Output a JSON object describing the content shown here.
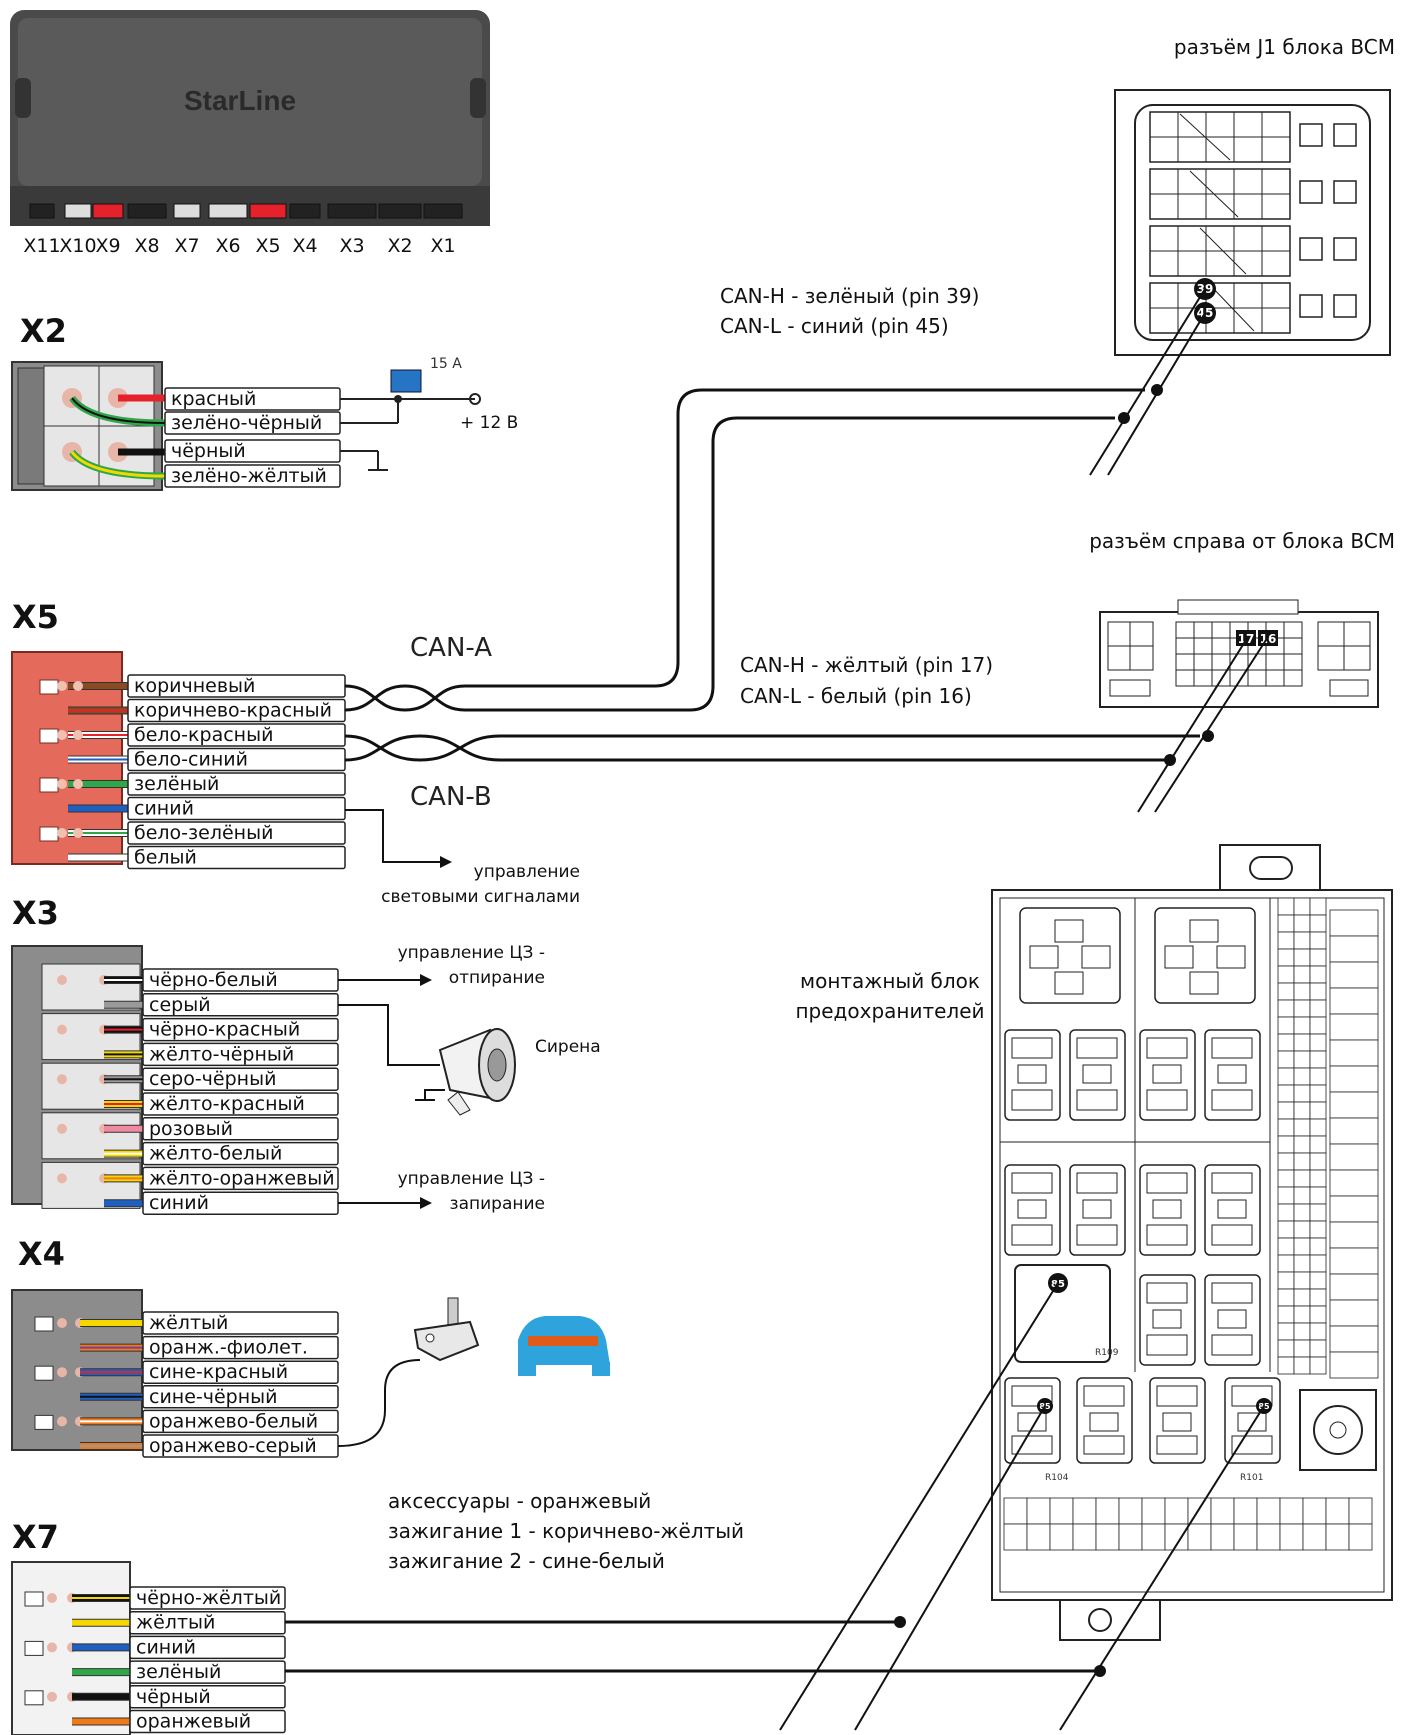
{
  "device": {
    "brand": "StarLine",
    "ports": [
      "X11",
      "X10",
      "X9",
      "X8",
      "X7",
      "X6",
      "X5",
      "X4",
      "X3",
      "X2",
      "X1"
    ]
  },
  "sections": {
    "x2": {
      "title": "X2",
      "wires": [
        "красный",
        "зелёно-чёрный",
        "чёрный",
        "зелёно-жёлтый"
      ],
      "fuse": "15 A",
      "power": "+ 12 В"
    },
    "x5": {
      "title": "X5",
      "wires": [
        "коричневый",
        "коричнево-красный",
        "бело-красный",
        "бело-синий",
        "зелёный",
        "синий",
        "бело-зелёный",
        "белый"
      ],
      "can_a": "CAN-A",
      "can_b": "CAN-B",
      "light_control": [
        "управление",
        "световыми сигналами"
      ]
    },
    "x3": {
      "title": "X3",
      "wires": [
        "чёрно-белый",
        "серый",
        "чёрно-красный",
        "жёлто-чёрный",
        "серо-чёрный",
        "жёлто-красный",
        "розовый",
        "жёлто-белый",
        "жёлто-оранжевый",
        "синий"
      ],
      "unlock": [
        "управление ЦЗ -",
        "отпирание"
      ],
      "lock": [
        "управление ЦЗ -",
        "запирание"
      ],
      "siren": "Сирена"
    },
    "x4": {
      "title": "X4",
      "wires": [
        "жёлтый",
        "оранж.-фиолет.",
        "сине-красный",
        "сине-чёрный",
        "оранжево-белый",
        "оранжево-серый"
      ]
    },
    "x7": {
      "title": "X7",
      "wires": [
        "чёрно-жёлтый",
        "жёлтый",
        "синий",
        "зелёный",
        "чёрный",
        "оранжевый"
      ]
    }
  },
  "bcm_j1": {
    "title": "разъём J1 блока BCM",
    "can_h": "CAN-H - зелёный (pin 39)",
    "can_l": "CAN-L - синий (pin 45)",
    "pins": [
      "39",
      "45"
    ]
  },
  "bcm_right": {
    "title": "разъём справа от блока BCM",
    "can_h": "CAN-H - жёлтый (pin 17)",
    "can_l": "CAN-L - белый (pin 16)",
    "pins": [
      "17",
      "16"
    ]
  },
  "fuse_block": {
    "title": [
      "монтажный блок",
      "предохранителей"
    ],
    "relays": [
      "R109",
      "R104",
      "R101"
    ],
    "pin": "85"
  },
  "ignition_notes": [
    "аксессуары - оранжевый",
    "зажигание 1 - коричнево-жёлтый",
    "зажигание 2 - сине-белый"
  ],
  "colors": {
    "red": "#e5212b",
    "green": "#2fa648",
    "black": "#111111",
    "yellow": "#f5d800",
    "brown": "#8a4a22",
    "blue": "#1f5fbf",
    "white": "#ffffff",
    "grey": "#9a9a9a",
    "orange": "#f07a1a",
    "pink": "#f08aa0",
    "purple": "#7a3d99",
    "x5_body": "#e46a5b",
    "housing_grey": "#8c8c8c",
    "car_blue": "#2ea3dc"
  }
}
